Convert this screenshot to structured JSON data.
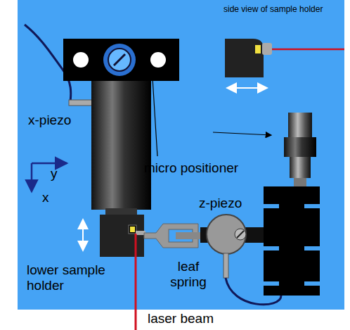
{
  "diagram": {
    "labels": [
      "side view of sample holder",
      "x-piezo",
      "y",
      "x",
      "micro positioner",
      "z-piezo",
      "lower sample holder",
      "leaf spring",
      "laser beam"
    ]
  }
}
